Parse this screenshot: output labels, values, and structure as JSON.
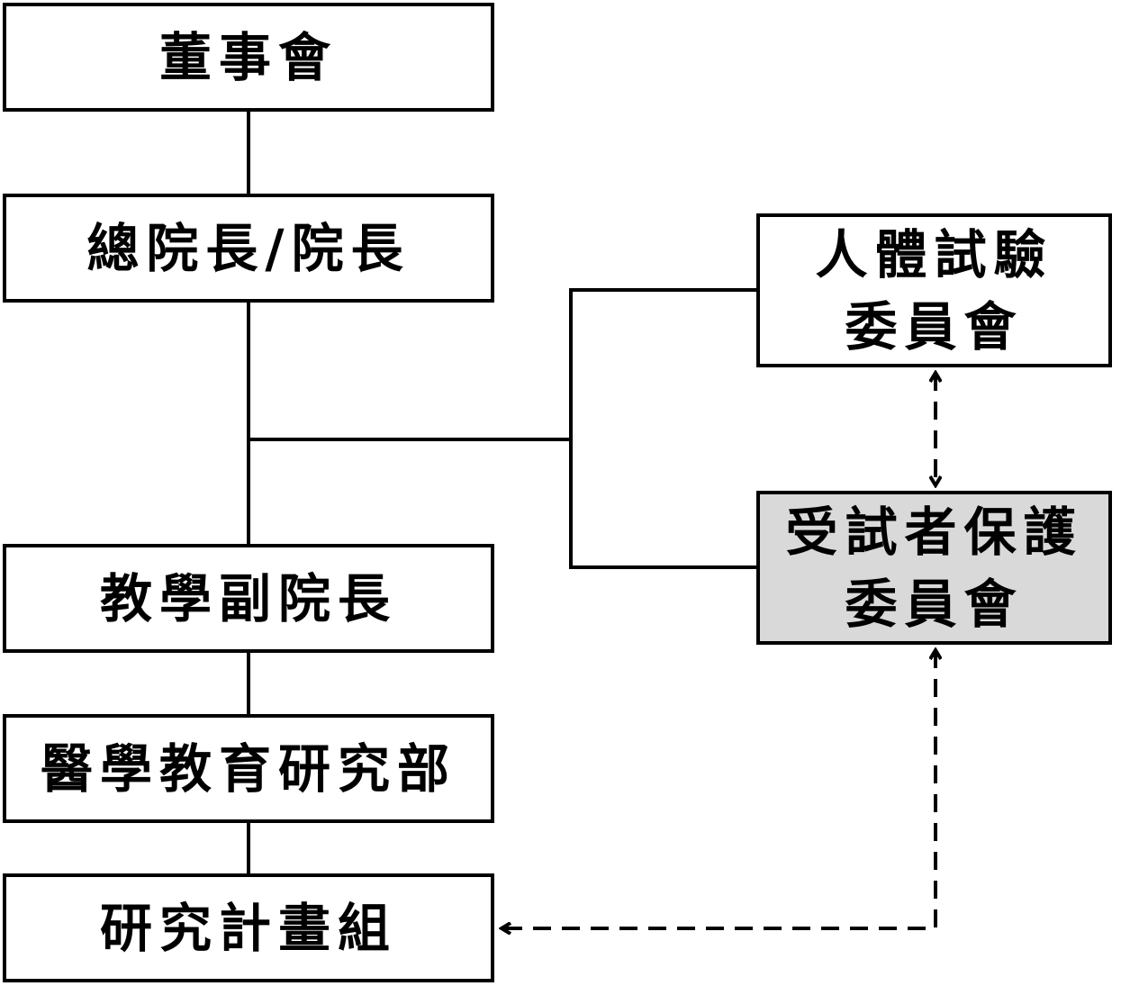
{
  "nodes": {
    "board": {
      "label": "董事會"
    },
    "superintendent": {
      "label": "總院長/院長"
    },
    "vice_education": {
      "label": "教學副院長"
    },
    "medical_education": {
      "label": "醫學教育研究部"
    },
    "research_projects": {
      "label": "研究計畫組"
    },
    "human_trials": {
      "line1": "人體試驗",
      "line2": "委員會"
    },
    "subject_protection": {
      "line1": "受試者保護",
      "line2": "委員會"
    }
  },
  "colors": {
    "line": "#000000",
    "box_fill": "#ffffff",
    "highlight_fill": "#d9d9d9"
  }
}
